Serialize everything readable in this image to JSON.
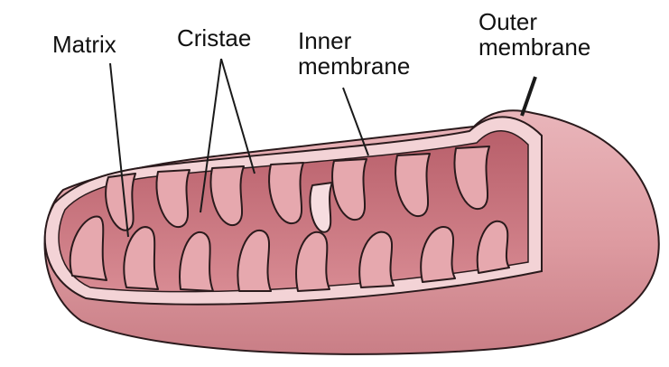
{
  "labels": {
    "matrix": "Matrix",
    "cristae": "Cristae",
    "inner_membrane": [
      "Inner",
      "membrane"
    ],
    "outer_membrane": [
      "Outer",
      "membrane"
    ]
  },
  "colors": {
    "outer_fill": "#dd9aa0",
    "outer_stroke": "#2a1a1c",
    "inner_fill": "#f3d3d6",
    "matrix_fill": "#c8707a",
    "cristae_fill": "#e6a8ae",
    "leader": "#1a1a1a"
  }
}
